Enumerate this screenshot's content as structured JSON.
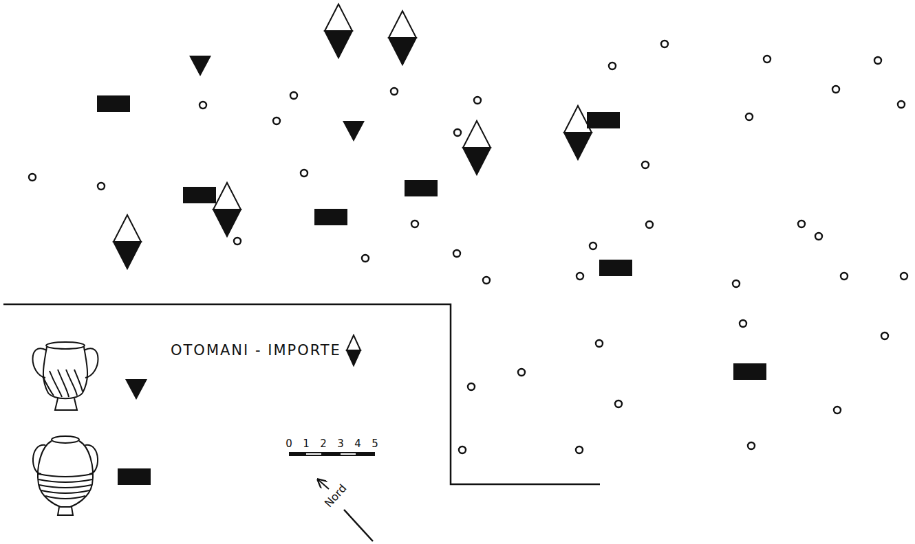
{
  "diagram": {
    "labels": [
      "0",
      "1",
      "2",
      "3",
      "4",
      "5",
      "Nord"
    ],
    "legend": [
      {
        "text": "OTOMANI - IMPORTE"
      }
    ]
  }
}
